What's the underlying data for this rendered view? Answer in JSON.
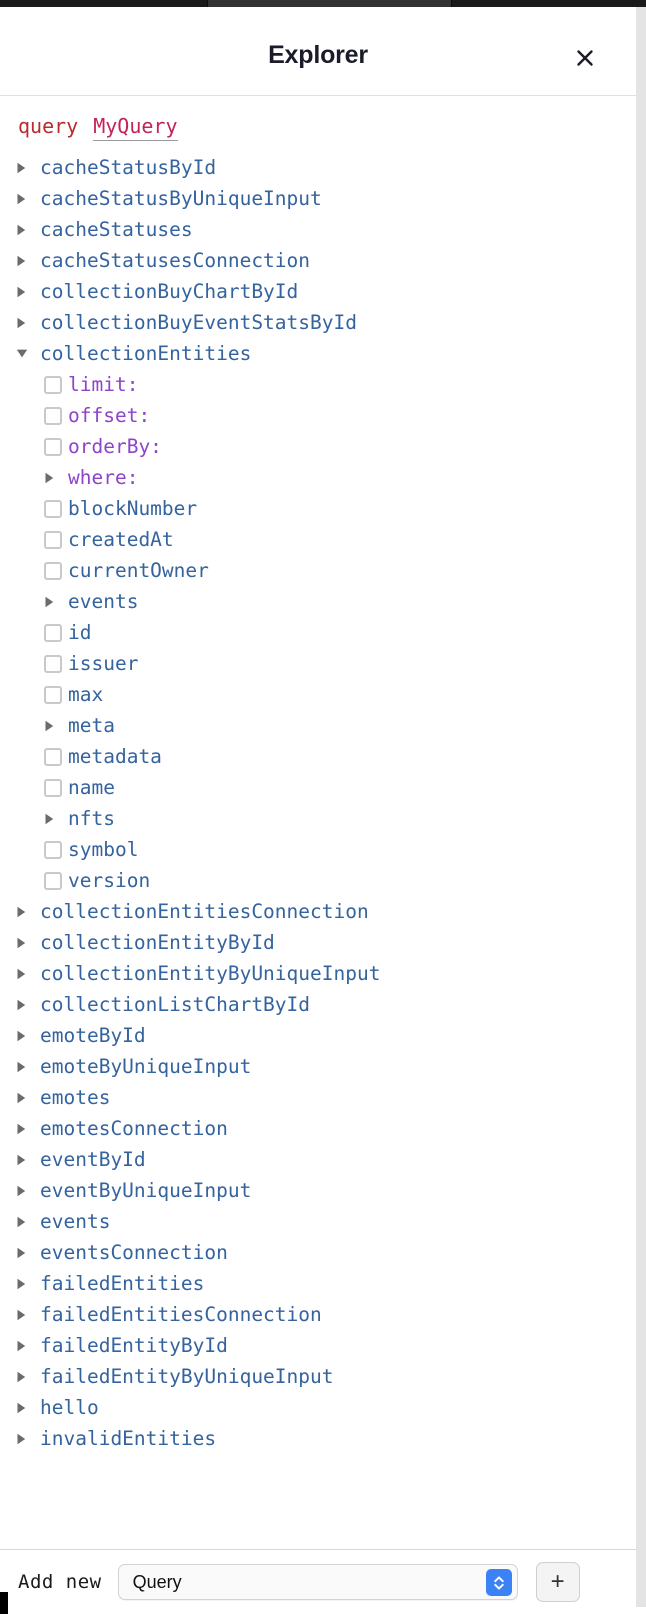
{
  "window": {
    "title": "Explorer",
    "close_icon": "close-icon"
  },
  "operation": {
    "keyword": "query",
    "name": "MyQuery"
  },
  "colors": {
    "field": "#35639e",
    "argument": "#8e44c9",
    "keyword": "#b52d2d",
    "operation_name": "#c2245a",
    "accent": "#3b82f6"
  },
  "tree": [
    {
      "label": "cacheStatusById",
      "kind": "field",
      "depth": 0,
      "control": "arrow",
      "expanded": false
    },
    {
      "label": "cacheStatusByUniqueInput",
      "kind": "field",
      "depth": 0,
      "control": "arrow",
      "expanded": false
    },
    {
      "label": "cacheStatuses",
      "kind": "field",
      "depth": 0,
      "control": "arrow",
      "expanded": false
    },
    {
      "label": "cacheStatusesConnection",
      "kind": "field",
      "depth": 0,
      "control": "arrow",
      "expanded": false
    },
    {
      "label": "collectionBuyChartById",
      "kind": "field",
      "depth": 0,
      "control": "arrow",
      "expanded": false
    },
    {
      "label": "collectionBuyEventStatsById",
      "kind": "field",
      "depth": 0,
      "control": "arrow",
      "expanded": false
    },
    {
      "label": "collectionEntities",
      "kind": "field",
      "depth": 0,
      "control": "arrow",
      "expanded": true
    },
    {
      "label": "limit:",
      "kind": "argument",
      "depth": 1,
      "control": "checkbox",
      "checked": false
    },
    {
      "label": "offset:",
      "kind": "argument",
      "depth": 1,
      "control": "checkbox",
      "checked": false
    },
    {
      "label": "orderBy:",
      "kind": "argument",
      "depth": 1,
      "control": "checkbox",
      "checked": false
    },
    {
      "label": "where:",
      "kind": "argument",
      "depth": 1,
      "control": "arrow",
      "expanded": false
    },
    {
      "label": "blockNumber",
      "kind": "field",
      "depth": 1,
      "control": "checkbox",
      "checked": false
    },
    {
      "label": "createdAt",
      "kind": "field",
      "depth": 1,
      "control": "checkbox",
      "checked": false
    },
    {
      "label": "currentOwner",
      "kind": "field",
      "depth": 1,
      "control": "checkbox",
      "checked": false
    },
    {
      "label": "events",
      "kind": "field",
      "depth": 1,
      "control": "arrow",
      "expanded": false
    },
    {
      "label": "id",
      "kind": "field",
      "depth": 1,
      "control": "checkbox",
      "checked": false
    },
    {
      "label": "issuer",
      "kind": "field",
      "depth": 1,
      "control": "checkbox",
      "checked": false
    },
    {
      "label": "max",
      "kind": "field",
      "depth": 1,
      "control": "checkbox",
      "checked": false
    },
    {
      "label": "meta",
      "kind": "field",
      "depth": 1,
      "control": "arrow",
      "expanded": false
    },
    {
      "label": "metadata",
      "kind": "field",
      "depth": 1,
      "control": "checkbox",
      "checked": false
    },
    {
      "label": "name",
      "kind": "field",
      "depth": 1,
      "control": "checkbox",
      "checked": false
    },
    {
      "label": "nfts",
      "kind": "field",
      "depth": 1,
      "control": "arrow",
      "expanded": false
    },
    {
      "label": "symbol",
      "kind": "field",
      "depth": 1,
      "control": "checkbox",
      "checked": false
    },
    {
      "label": "version",
      "kind": "field",
      "depth": 1,
      "control": "checkbox",
      "checked": false
    },
    {
      "label": "collectionEntitiesConnection",
      "kind": "field",
      "depth": 0,
      "control": "arrow",
      "expanded": false
    },
    {
      "label": "collectionEntityById",
      "kind": "field",
      "depth": 0,
      "control": "arrow",
      "expanded": false
    },
    {
      "label": "collectionEntityByUniqueInput",
      "kind": "field",
      "depth": 0,
      "control": "arrow",
      "expanded": false
    },
    {
      "label": "collectionListChartById",
      "kind": "field",
      "depth": 0,
      "control": "arrow",
      "expanded": false
    },
    {
      "label": "emoteById",
      "kind": "field",
      "depth": 0,
      "control": "arrow",
      "expanded": false
    },
    {
      "label": "emoteByUniqueInput",
      "kind": "field",
      "depth": 0,
      "control": "arrow",
      "expanded": false
    },
    {
      "label": "emotes",
      "kind": "field",
      "depth": 0,
      "control": "arrow",
      "expanded": false
    },
    {
      "label": "emotesConnection",
      "kind": "field",
      "depth": 0,
      "control": "arrow",
      "expanded": false
    },
    {
      "label": "eventById",
      "kind": "field",
      "depth": 0,
      "control": "arrow",
      "expanded": false
    },
    {
      "label": "eventByUniqueInput",
      "kind": "field",
      "depth": 0,
      "control": "arrow",
      "expanded": false
    },
    {
      "label": "events",
      "kind": "field",
      "depth": 0,
      "control": "arrow",
      "expanded": false
    },
    {
      "label": "eventsConnection",
      "kind": "field",
      "depth": 0,
      "control": "arrow",
      "expanded": false
    },
    {
      "label": "failedEntities",
      "kind": "field",
      "depth": 0,
      "control": "arrow",
      "expanded": false
    },
    {
      "label": "failedEntitiesConnection",
      "kind": "field",
      "depth": 0,
      "control": "arrow",
      "expanded": false
    },
    {
      "label": "failedEntityById",
      "kind": "field",
      "depth": 0,
      "control": "arrow",
      "expanded": false
    },
    {
      "label": "failedEntityByUniqueInput",
      "kind": "field",
      "depth": 0,
      "control": "arrow",
      "expanded": false
    },
    {
      "label": "hello",
      "kind": "field",
      "depth": 0,
      "control": "arrow",
      "expanded": false
    },
    {
      "label": "invalidEntities",
      "kind": "field",
      "depth": 0,
      "control": "arrow",
      "expanded": false
    }
  ],
  "footer": {
    "add_new_label": "Add new",
    "operation_type": "Query",
    "operation_type_options": [
      "Query"
    ],
    "add_button_label": "+"
  }
}
